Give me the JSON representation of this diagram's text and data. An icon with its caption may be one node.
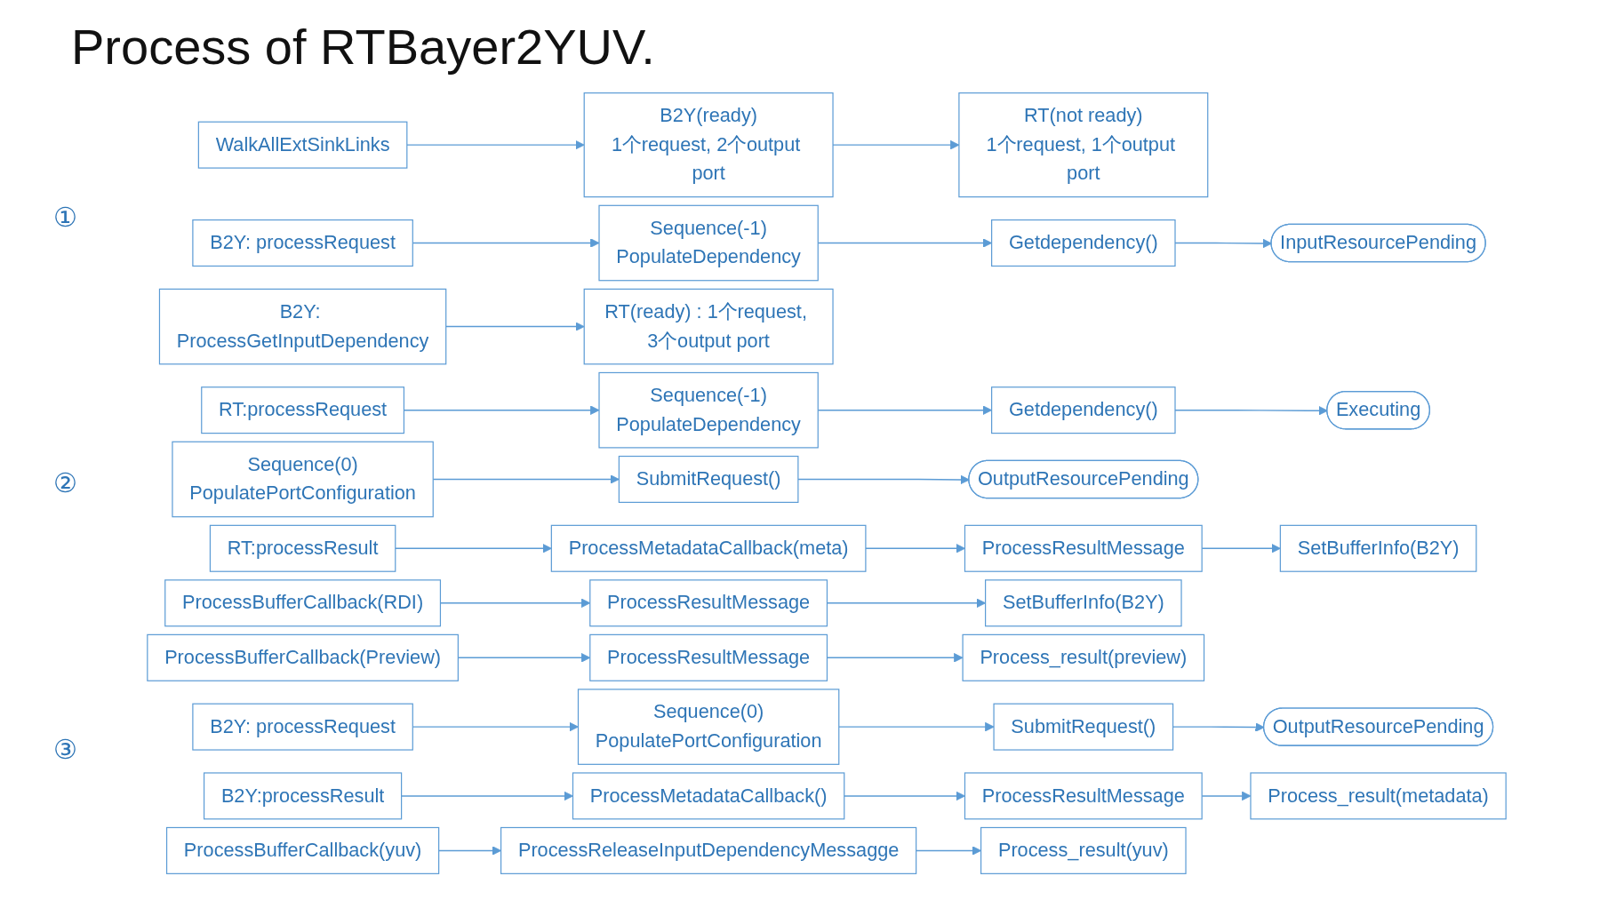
{
  "diagram": {
    "title": "Process of RTBayer2YUV.",
    "nodes": [
      {
        "text": [
          "WalkAllExtSinkLinks"
        ]
      },
      {
        "text": [
          "B2Y(ready)",
          "1个request, 2个output port"
        ]
      },
      {
        "text": [
          "RT(not ready)",
          "1个request, 1个output port"
        ]
      },
      {
        "text": [
          "B2Y: processRequest"
        ]
      },
      {
        "text": [
          "Sequence(-1)",
          "PopulateDependency"
        ]
      },
      {
        "text": [
          "Getdependency()"
        ]
      },
      {
        "text": [
          "InputResourcePending"
        ]
      },
      {
        "text": [
          "B2Y: ProcessGetInputDependency"
        ]
      },
      {
        "text": [
          "RT(ready) : 1个request, 3个output port"
        ]
      },
      {
        "text": [
          "RT:processRequest"
        ]
      },
      {
        "text": [
          "Sequence(-1)",
          "PopulateDependency"
        ]
      },
      {
        "text": [
          "Getdependency()"
        ]
      },
      {
        "text": [
          "Executing"
        ]
      },
      {
        "text": [
          "Sequence(0)",
          "PopulatePortConfiguration"
        ]
      },
      {
        "text": [
          "SubmitRequest()"
        ]
      },
      {
        "text": [
          "OutputResourcePending"
        ]
      },
      {
        "text": [
          "RT:processResult"
        ]
      },
      {
        "text": [
          "ProcessMetadataCallback(meta)"
        ]
      },
      {
        "text": [
          "ProcessResultMessage"
        ]
      },
      {
        "text": [
          "SetBufferInfo(B2Y)"
        ]
      },
      {
        "text": [
          "ProcessBufferCallback(RDI)"
        ]
      },
      {
        "text": [
          "ProcessResultMessage"
        ]
      },
      {
        "text": [
          "SetBufferInfo(B2Y)"
        ]
      },
      {
        "text": [
          "ProcessBufferCallback(Preview)"
        ]
      },
      {
        "text": [
          "ProcessResultMessage"
        ]
      },
      {
        "text": [
          "Process_result(preview)"
        ]
      },
      {
        "text": [
          "B2Y: processRequest"
        ]
      },
      {
        "text": [
          "Sequence(0)",
          "PopulatePortConfiguration"
        ]
      },
      {
        "text": [
          "SubmitRequest()"
        ]
      },
      {
        "text": [
          "OutputResourcePending"
        ]
      },
      {
        "text": [
          "B2Y:processResult"
        ]
      },
      {
        "text": [
          "ProcessMetadataCallback()"
        ]
      },
      {
        "text": [
          "ProcessResultMessage"
        ]
      },
      {
        "text": [
          "Process_result(metadata)"
        ]
      },
      {
        "text": [
          "ProcessBufferCallback(yuv)"
        ]
      },
      {
        "text": [
          "ProcessReleaseInputDependencyMessagge"
        ]
      },
      {
        "text": [
          "Process_result(yuv)"
        ]
      }
    ],
    "edges": [
      {
        "from": 0,
        "to": 1,
        "arrow": "to"
      },
      {
        "from": 1,
        "to": 2,
        "arrow": "to"
      },
      {
        "from": 3,
        "to": 4,
        "arrow": "to"
      },
      {
        "from": 4,
        "to": 5,
        "arrow": "to"
      },
      {
        "from": 5,
        "to": 6,
        "arrow": "to"
      },
      {
        "from": 7,
        "to": 8,
        "arrow": "to"
      },
      {
        "from": 9,
        "to": 10,
        "arrow": "to"
      },
      {
        "from": 10,
        "to": 11,
        "arrow": "to"
      },
      {
        "from": 11,
        "to": 12,
        "arrow": "to"
      },
      {
        "from": 13,
        "to": 14,
        "arrow": "to"
      },
      {
        "from": 14,
        "to": 15,
        "arrow": "to"
      },
      {
        "from": 16,
        "to": 17,
        "arrow": "to"
      },
      {
        "from": 17,
        "to": 18,
        "arrow": "to"
      },
      {
        "from": 18,
        "to": 19,
        "arrow": "to"
      },
      {
        "from": 20,
        "to": 21,
        "arrow": "to"
      },
      {
        "from": 21,
        "to": 22,
        "arrow": "to"
      },
      {
        "from": 23,
        "to": 24,
        "arrow": "to"
      },
      {
        "from": 24,
        "to": 25,
        "arrow": "to"
      },
      {
        "from": 26,
        "to": 27,
        "arrow": "to"
      },
      {
        "from": 27,
        "to": 28,
        "arrow": "to"
      },
      {
        "from": 28,
        "to": 29,
        "arrow": "to"
      },
      {
        "from": 30,
        "to": 31,
        "arrow": "to"
      },
      {
        "from": 31,
        "to": 32,
        "arrow": "to"
      },
      {
        "from": 32,
        "to": 33,
        "arrow": "to"
      },
      {
        "from": 34,
        "to": 35,
        "arrow": "to"
      },
      {
        "from": 35,
        "to": 36,
        "arrow": "to"
      }
    ],
    "labels": [
      "①",
      "②",
      "③"
    ]
  }
}
